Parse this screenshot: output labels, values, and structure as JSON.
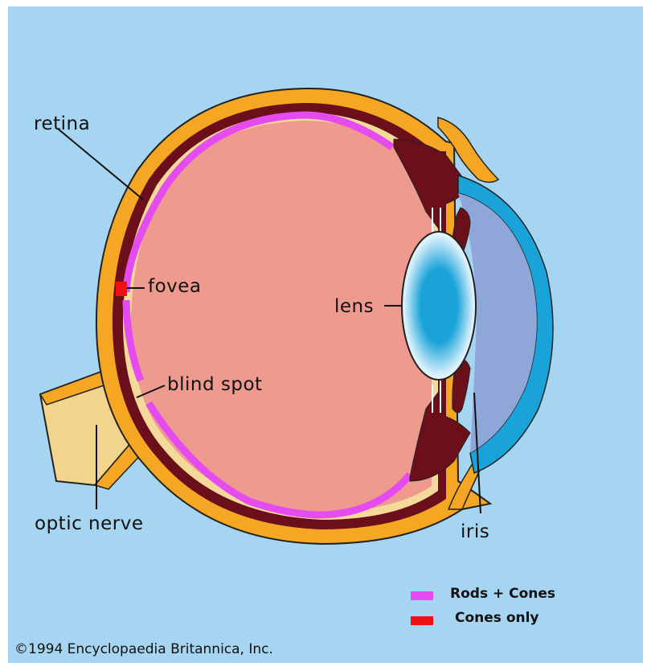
{
  "labels": {
    "retina": "retina",
    "fovea": "fovea",
    "blind_spot": "blind spot",
    "optic_nerve": "optic nerve",
    "lens": "lens",
    "iris": "iris"
  },
  "legend": [
    {
      "label": "Rods + Cones",
      "color": "#e44bf0"
    },
    {
      "label": "Cones only",
      "color": "#ee1111"
    }
  ],
  "copyright": "©1994 Encyclopaedia Britannica, Inc.",
  "colors": {
    "background": "#a6d5f1",
    "sclera": "#f5a623",
    "choroid": "#6b0f1a",
    "inner_layer": "#f5d99a",
    "vitreous": "#ef9a8e",
    "optic_nerve": "#f2d48c",
    "cornea": "#1aa3d9",
    "aqueous": "#8fa6d8",
    "lens_center": "#1aa3d9",
    "lens_edge": "#ffffff"
  }
}
